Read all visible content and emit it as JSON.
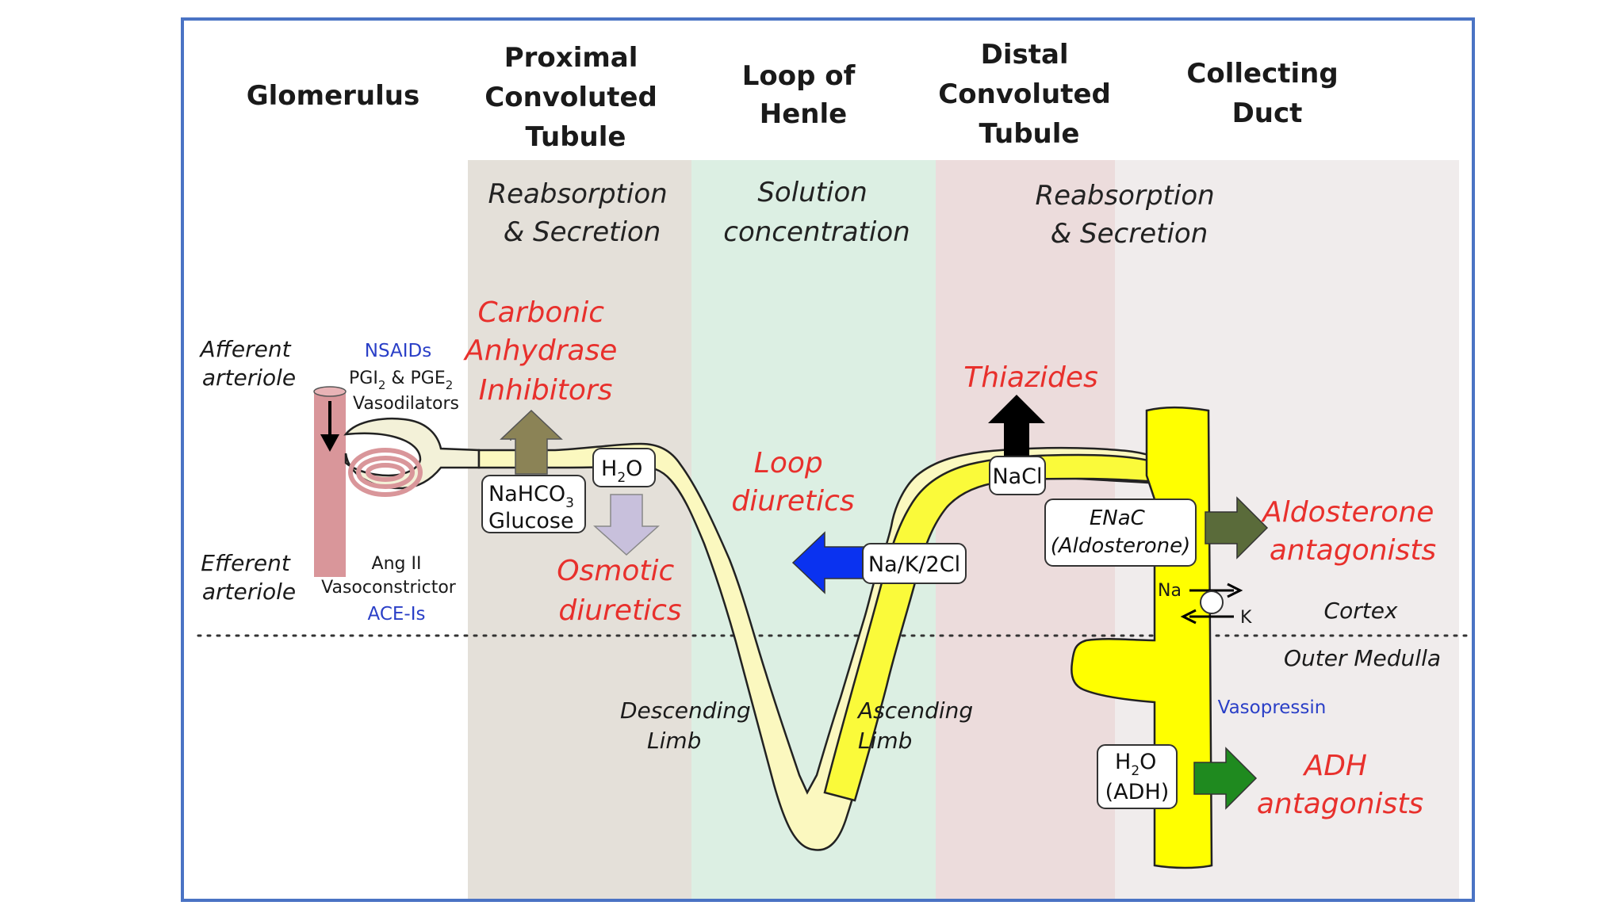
{
  "headers": {
    "glomerulus": "Glomerulus",
    "pct": [
      "Proximal",
      "Convoluted",
      "Tubule"
    ],
    "loop": [
      "Loop of",
      "Henle"
    ],
    "dct": [
      "Distal",
      "Convoluted",
      "Tubule"
    ],
    "cd": [
      "Collecting",
      "Duct"
    ]
  },
  "functions": {
    "pct": [
      "Reabsorption",
      "& Secretion"
    ],
    "loop": [
      "Solution",
      "concentration"
    ],
    "dct": [
      "Reabsorption",
      "& Secretion"
    ]
  },
  "drugs": {
    "carbonic": [
      "Carbonic",
      "Anhydrase",
      "Inhibitors"
    ],
    "osmotic": [
      "Osmotic",
      "diuretics"
    ],
    "loop": [
      "Loop",
      "diuretics"
    ],
    "thiazides": "Thiazides",
    "aldosterone": [
      "Aldosterone",
      "antagonists"
    ],
    "adh": [
      "ADH",
      "antagonists"
    ]
  },
  "labels": {
    "afferent": [
      "Afferent",
      "arteriole"
    ],
    "efferent": [
      "Efferent",
      "arteriole"
    ],
    "nsaids": "NSAIDs",
    "pg": {
      "pgi": "PGI",
      "pgi_sub": "2",
      "amp": " & PGE",
      "pge_sub": "2"
    },
    "vasodilators": "Vasodilators",
    "ang": "Ang II",
    "vasoconstrictor": "Vasoconstrictor",
    "acei": "ACE-Is",
    "descending": [
      "Descending",
      "Limb"
    ],
    "ascending": [
      "Ascending",
      "Limb"
    ],
    "cortex": "Cortex",
    "outer_medulla": "Outer Medulla",
    "vasopressin": "Vasopressin",
    "na": "Na",
    "k": "K"
  },
  "boxes": {
    "h2o": {
      "h": "H",
      "sub": "2",
      "o": "O"
    },
    "nahco3": {
      "main": "NaHCO",
      "sub": "3",
      "line2": "Glucose"
    },
    "nacl": "NaCl",
    "nak2cl": "Na/K/2Cl",
    "enac": [
      "ENaC",
      "(Aldosterone)"
    ],
    "h2o_adh": {
      "h": "H",
      "sub": "2",
      "o": "O",
      "line2": "(ADH)"
    }
  },
  "colors": {
    "frame": "#4a73c4",
    "pct_band": "#e4e0d9",
    "loop_band": "#dcefe3",
    "dct_band": "#ecdcdc",
    "cd_band": "#f0ecec",
    "tubule_light": "#fbf8bf",
    "tubule_yellow": "#fafa3a",
    "cd_yellow": "#ffff00",
    "vessel": "#d9969a",
    "drug_red": "#e8302c",
    "label_blue": "#2a3fc7",
    "arrow_olive": "#8b8356",
    "arrow_lavender": "#c8c0dc",
    "arrow_blue": "#0a32f0",
    "arrow_black": "#000000",
    "arrow_darkgreen": "#5a6b3a",
    "arrow_green": "#1f8a1f"
  }
}
